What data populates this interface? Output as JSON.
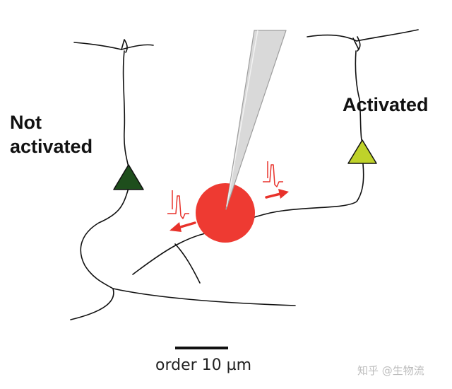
{
  "labels": {
    "not_activated_line1": "Not",
    "not_activated_line2": "activated",
    "activated": "Activated"
  },
  "scale_bar": {
    "text": "order 10 µm"
  },
  "watermark": {
    "text": "知乎 @生物流"
  },
  "colors": {
    "neuron_inactive": "#1e4e1c",
    "neuron_active": "#bfd22a",
    "stimulation_spot": "#ee3a32",
    "spike": "#e8322b",
    "electrode": "#d9d9d9",
    "line": "#111111"
  },
  "icons": {
    "inactive_neuron": "triangle-soma-dark-green",
    "active_neuron": "triangle-soma-yellow-green",
    "electrode": "pipette",
    "spike": "action-potential-trace",
    "arrow": "propagation-arrow"
  }
}
